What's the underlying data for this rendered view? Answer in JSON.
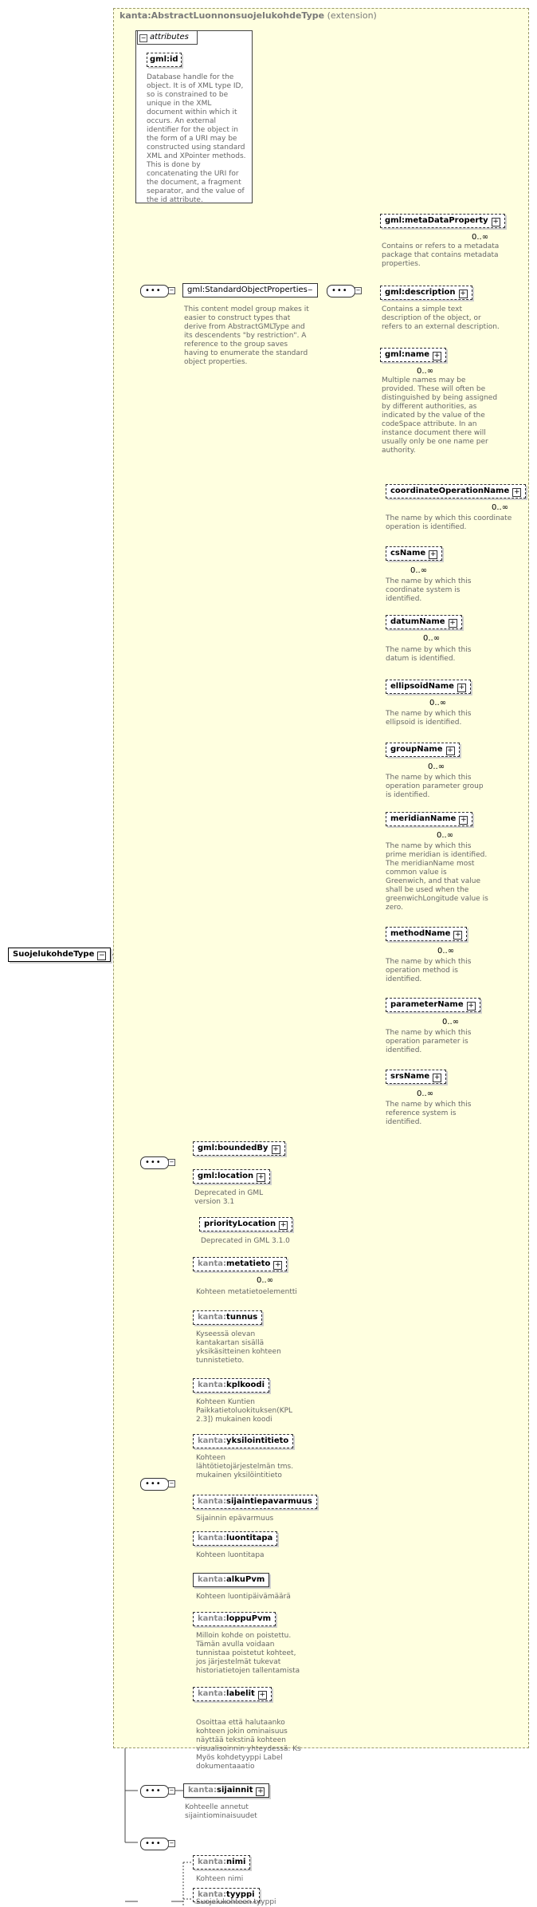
{
  "diagram": {
    "extension_title_ns": "kanta:AbstractLuonnonsuojelukohdeType",
    "extension_title_suffix": "(extension)",
    "root": {
      "label": "SuojelukohdeType"
    },
    "attributes": {
      "tab_label": "attributes",
      "gmlid": {
        "label": "gml:id",
        "description": "Database handle for the object.  It is of XML type ID, so is constrained to be unique in the XML document within which it occurs.  An external identifier for the object in the form of a URI may be constructed using standard XML and XPointer methods.  This is done by concatenating the URI for the document, a fragment separator, and the value of the id attribute."
      }
    },
    "standard_object_properties": {
      "label": "gml:StandardObjectProperties",
      "description": "This content model group makes it easier to construct types that derive from AbstractGMLType and its descendents \"by restriction\". A reference to the group saves having to enumerate the standard object properties."
    },
    "gml_elements": [
      {
        "label": "gml:metaDataProperty",
        "occ": "0..∞",
        "description": "Contains or refers to a metadata package that contains metadata properties."
      },
      {
        "label": "gml:description",
        "occ": "",
        "description": "Contains a simple text description of the object, or refers to an external description."
      },
      {
        "label": "gml:name",
        "occ": "0..∞",
        "description": "Multiple names may be provided.  These will often be distinguished by being assigned by different authorities, as indicated by the value of the codeSpace attribute.  In an instance document there will usually only be one name per authority."
      }
    ],
    "substitutions": [
      {
        "label": "coordinateOperationName",
        "occ": "0..∞",
        "description": "The name by which this coordinate operation is identified."
      },
      {
        "label": "csName",
        "occ": "0..∞",
        "description": "The name by which this coordinate system is identified."
      },
      {
        "label": "datumName",
        "occ": "0..∞",
        "description": "The name by which this datum is identified."
      },
      {
        "label": "ellipsoidName",
        "occ": "0..∞",
        "description": "The name by which this ellipsoid is identified."
      },
      {
        "label": "groupName",
        "occ": "0..∞",
        "description": "The name by which this operation parameter group is identified."
      },
      {
        "label": "meridianName",
        "occ": "0..∞",
        "description": "The name by which this prime meridian is identified. The meridianName most common value is Greenwich, and that value shall be used when the greenwichLongitude value is zero."
      },
      {
        "label": "methodName",
        "occ": "0..∞",
        "description": "The name by which this operation method is identified."
      },
      {
        "label": "parameterName",
        "occ": "0..∞",
        "description": "The name by which this operation parameter is identified."
      },
      {
        "label": "srsName",
        "occ": "0..∞",
        "description": "The name by which this reference system is identified."
      }
    ],
    "bounded": {
      "boundedBy": {
        "label": "gml:boundedBy"
      },
      "location": {
        "label": "gml:location",
        "description": "Deprecated in GML version 3.1"
      },
      "priorityLocation": {
        "label": "priorityLocation",
        "description": "Deprecated in GML 3.1.0"
      }
    },
    "kanta_elements": [
      {
        "ns": "kanta:",
        "name": "metatieto",
        "occ": "0..∞",
        "description": "Kohteen metatietoelementti"
      },
      {
        "ns": "kanta:",
        "name": "tunnus",
        "occ": "",
        "description": "Kyseessä olevan kantakartan sisällä yksikäsitteinen kohteen tunnistetieto."
      },
      {
        "ns": "kanta:",
        "name": "kplkoodi",
        "occ": "",
        "description": "Kohteen Kuntien Paikkatietoluokituksen(KPL 2.3]) mukainen koodi"
      },
      {
        "ns": "kanta:",
        "name": "yksilointitieto",
        "occ": "",
        "description": "Kohteen lähtötietojärjestelmän tms. mukainen yksilöintitieto"
      },
      {
        "ns": "kanta:",
        "name": "sijaintiepavarmuus",
        "occ": "",
        "description": "Sijainnin epävarmuus"
      },
      {
        "ns": "kanta:",
        "name": "luontitapa",
        "occ": "",
        "description": "Kohteen luontitapa"
      },
      {
        "ns": "kanta:",
        "name": "alkuPvm",
        "occ": "",
        "description": "Kohteen luontipäivämäärä"
      },
      {
        "ns": "kanta:",
        "name": "loppuPvm",
        "occ": "",
        "description": "Milloin kohde on poistettu. Tämän avulla voidaan tunnistaa poistetut kohteet, jos järjestelmät tukevat historiatietojen tallentamista"
      },
      {
        "ns": "kanta:",
        "name": "labelit",
        "occ": "",
        "description": "Osoittaa että halutaanko kohteen jokin ominaisuus näyttää tekstinä kohteen visualisoinnin yhteydessä.  Ks Myös kohdetyyppi Label dokumentaaatio"
      }
    ],
    "sijainnit": {
      "ns": "kanta:",
      "name": "sijainnit",
      "description": "Kohteelle annetut sijaintiominaisuudet"
    },
    "outer": [
      {
        "ns": "kanta:",
        "name": "nimi",
        "description": "Kohteen nimi"
      },
      {
        "ns": "kanta:",
        "name": "tyyppi",
        "description": "Suojelukohteen tyyppi"
      }
    ]
  }
}
